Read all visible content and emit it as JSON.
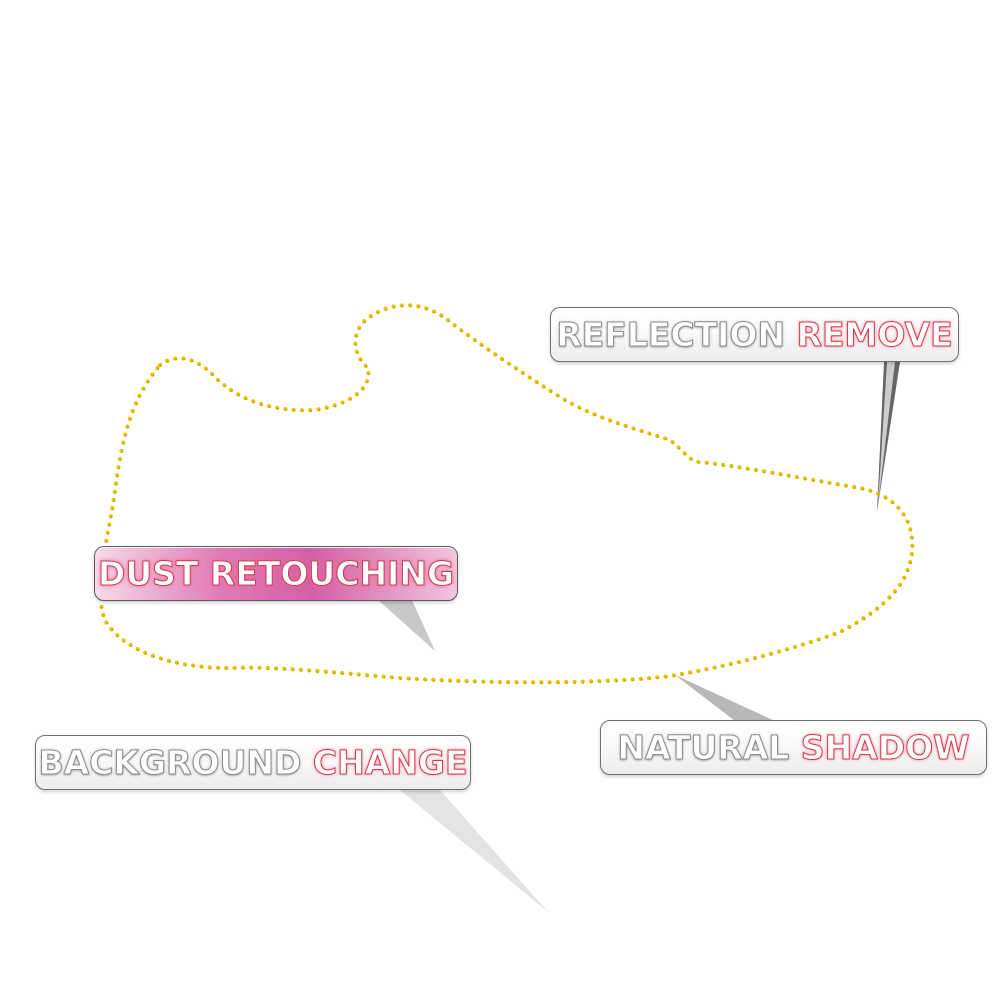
{
  "labels": {
    "reflection": {
      "word1": "REFLECTION",
      "word2": "REMOVE"
    },
    "dust": {
      "text": "DUST RETOUCHING"
    },
    "background": {
      "word1": "BACKGROUND",
      "word2": "CHANGE"
    },
    "shadow": {
      "word1": "NATURAL",
      "word2": "SHADOW"
    }
  },
  "colors": {
    "outline_dots": "#e8c200",
    "outline_dots_edge": "#b09000",
    "label_border": "#6f6f6f",
    "accent_red": "#d23a4a",
    "dust_fill": "#d360a6"
  }
}
